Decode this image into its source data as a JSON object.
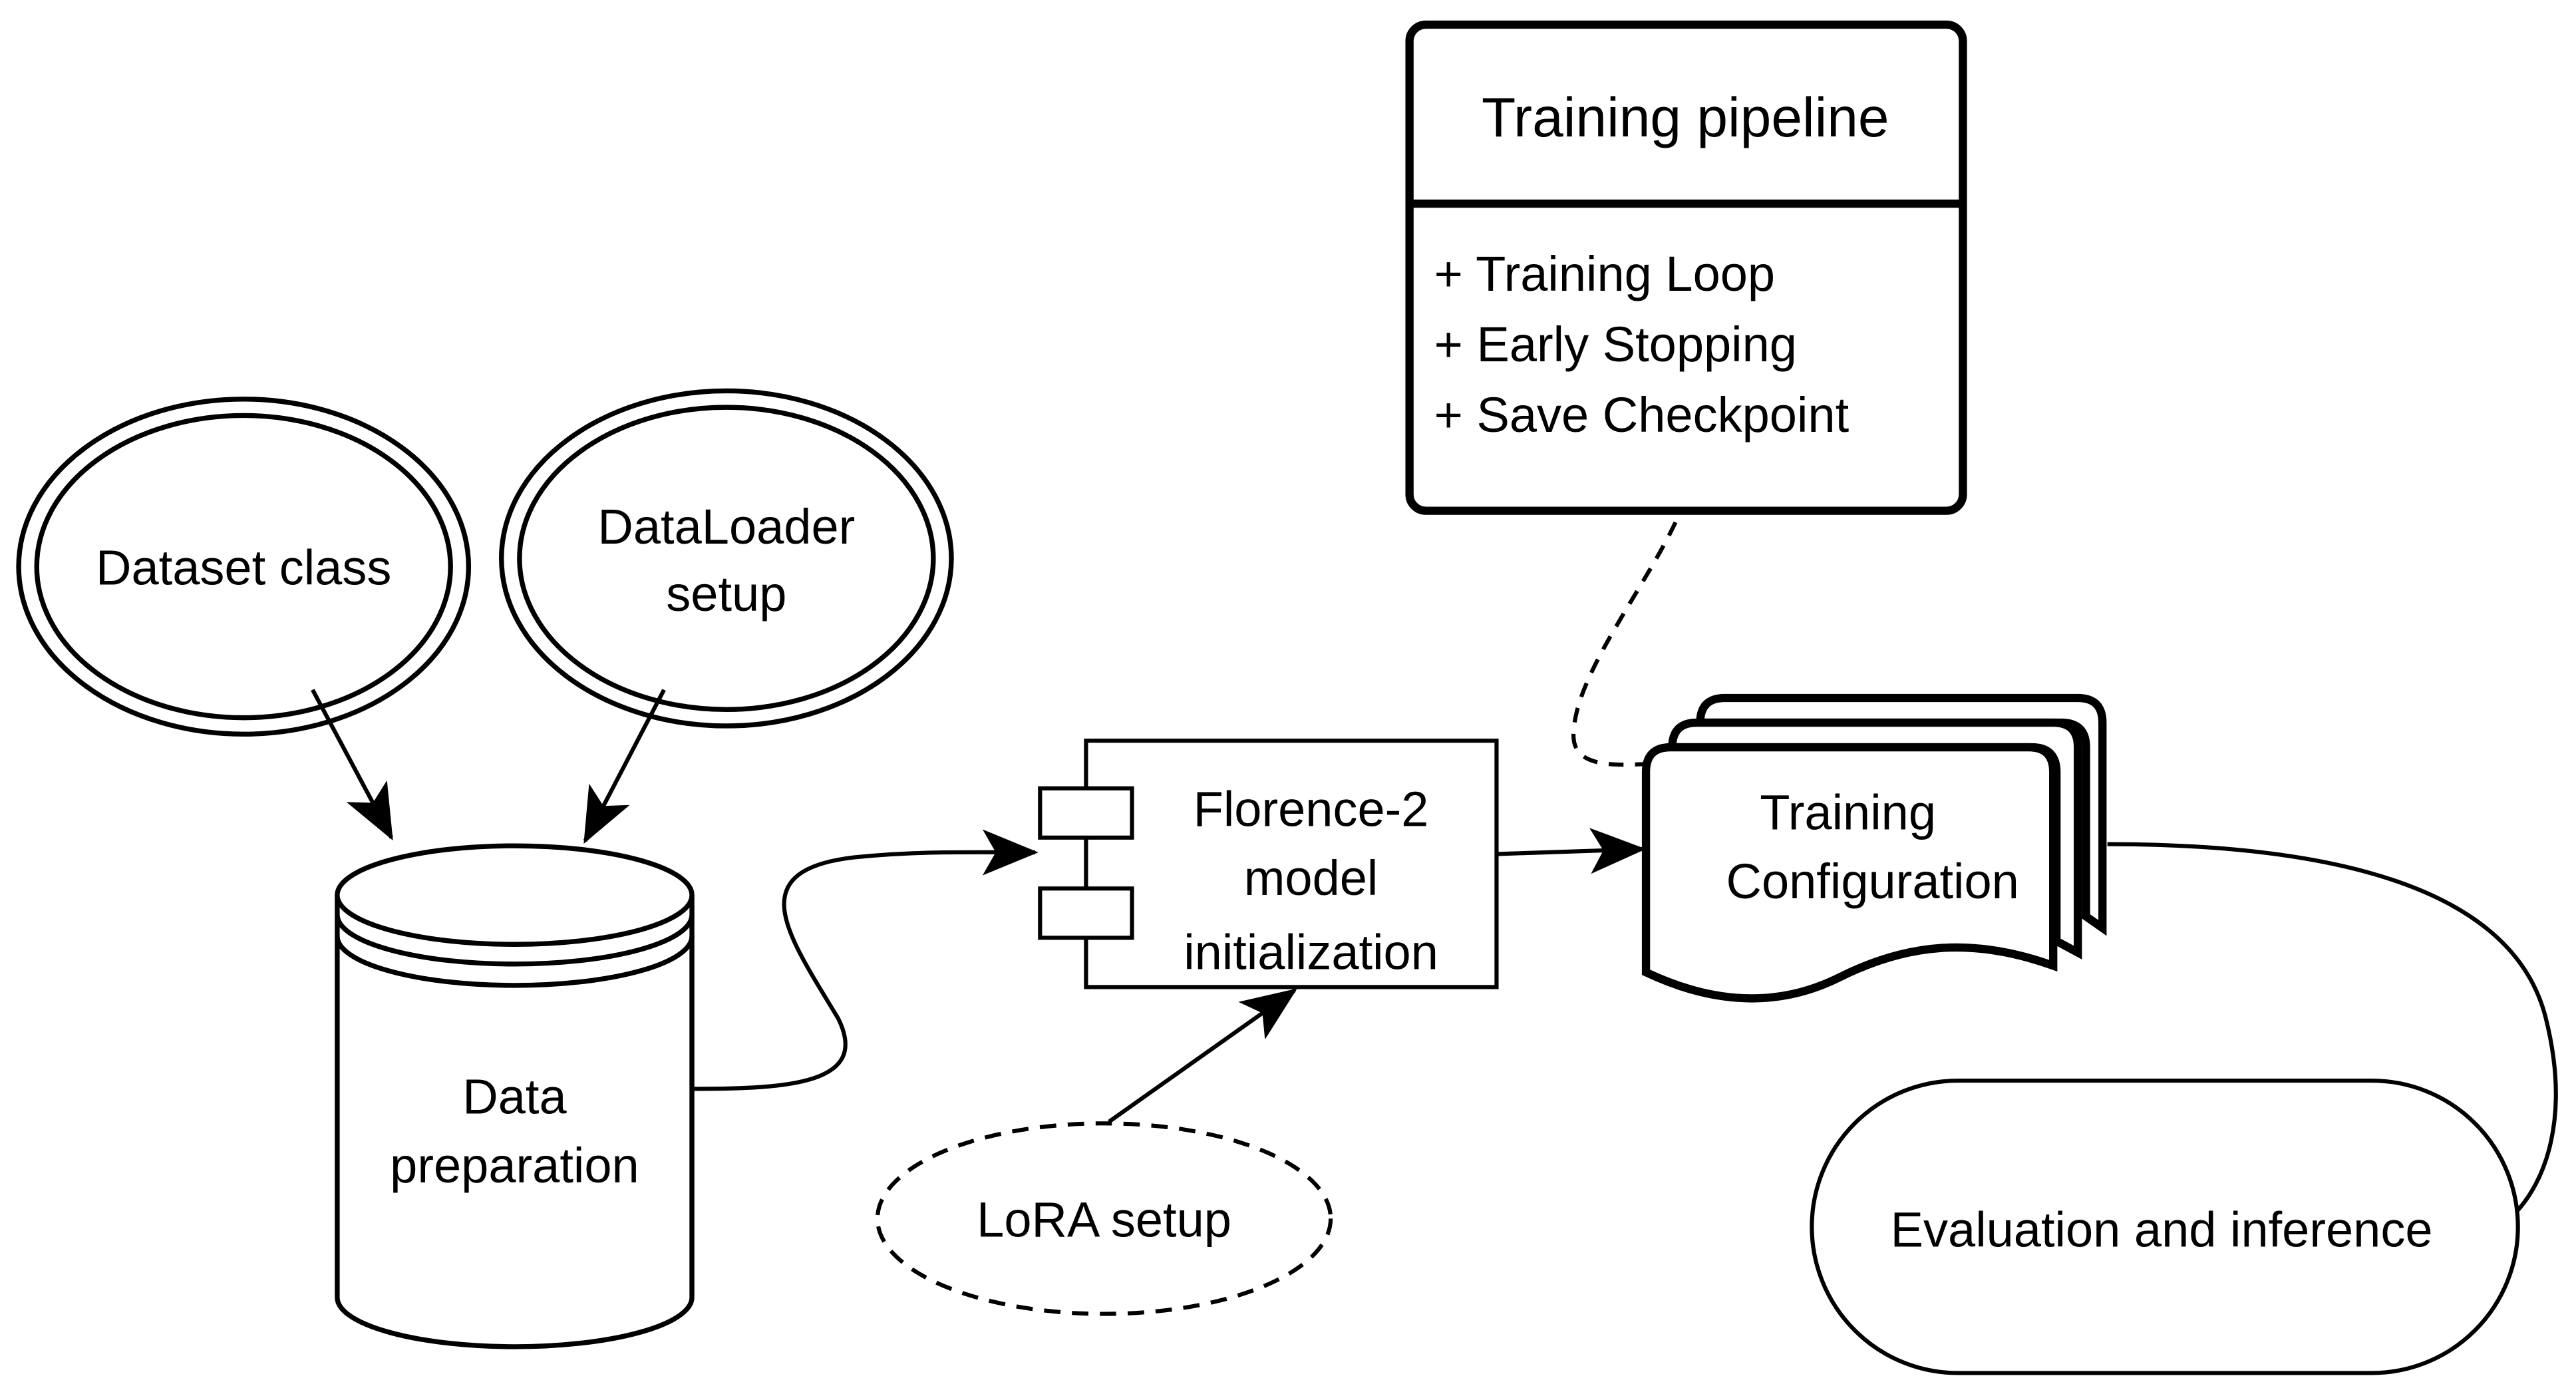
{
  "nodes": {
    "dataset_class": {
      "label": "Dataset class"
    },
    "dataloader": {
      "lines": [
        "DataLoader",
        "setup"
      ]
    },
    "data_prep": {
      "lines": [
        "Data",
        "preparation"
      ]
    },
    "florence": {
      "lines": [
        "Florence-2",
        "model",
        "initialization"
      ]
    },
    "lora": {
      "label": "LoRA setup"
    },
    "training_pipeline": {
      "title": "Training pipeline",
      "items": [
        "+ Training Loop",
        "+ Early Stopping",
        "+ Save Checkpoint"
      ]
    },
    "training_config": {
      "lines": [
        "Training",
        "Configuration"
      ]
    },
    "evaluation": {
      "label": "Evaluation and inference"
    }
  },
  "edges": [
    {
      "from": "Dataset class",
      "to": "Data preparation",
      "style": "solid-arrow"
    },
    {
      "from": "DataLoader setup",
      "to": "Data preparation",
      "style": "solid-arrow"
    },
    {
      "from": "Data preparation",
      "to": "Florence-2 model initialization",
      "style": "solid-arrow"
    },
    {
      "from": "LoRA setup",
      "to": "Florence-2 model initialization",
      "style": "solid-arrow"
    },
    {
      "from": "Florence-2 model initialization",
      "to": "Training Configuration",
      "style": "solid-arrow"
    },
    {
      "from": "Training pipeline",
      "to": "Training Configuration",
      "style": "dashed"
    },
    {
      "from": "Training Configuration",
      "to": "Evaluation and inference",
      "style": "solid"
    }
  ]
}
